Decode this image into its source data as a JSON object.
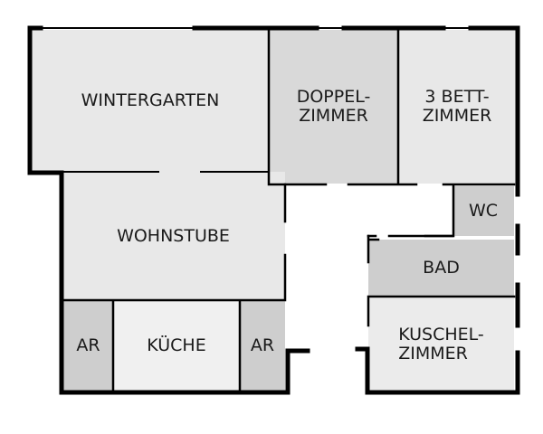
{
  "rooms": {
    "wintergarten": "WINTERGARTEN",
    "doppelzimmer": "DOPPEL-\nZIMMER",
    "bettzimmer": "3 BETT-\nZIMMER",
    "wc": "WC",
    "bad": "BAD",
    "kuschelzimmer": "KUSCHEL-\nZIMMER",
    "wohnstube": "WOHNSTUBE",
    "ar_left": "AR",
    "kueche": "KÜCHE",
    "ar_right": "AR"
  },
  "colors": {
    "light": "#e8e8e8",
    "medium": "#d6d6d6",
    "dark": "#cdcdcd",
    "wall": "#000000"
  }
}
